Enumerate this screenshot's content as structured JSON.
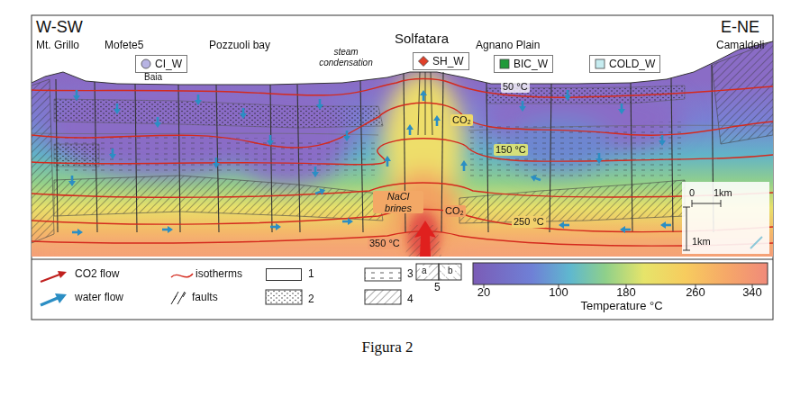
{
  "diagram": {
    "caption": "Figura 2",
    "nodes": [
      {
        "text": [
          "CI_W"
        ]
      },
      {
        "text": [
          "SH_W"
        ]
      },
      {
        "text": [
          "BIC_W"
        ]
      },
      {
        "text": [
          "COLD_W"
        ]
      }
    ],
    "labels": [
      "W-SW",
      "E-NE",
      "Mt. Grillo",
      "Mofete5",
      "Pozzuoli bay",
      "Solfatara",
      "Agnano Plain",
      "Camaldoli",
      "Baia",
      "steam condensation",
      "50 °C",
      "CO₂",
      "150 °C",
      "NaCl brines",
      "CO₂",
      "350 °C",
      "250 °C",
      "0",
      "1km",
      "1km",
      "a",
      "b",
      "20",
      "100",
      "180",
      "260",
      "340",
      "Temperature °C"
    ],
    "legend": [
      {
        "text": "CO2 flow"
      },
      {
        "text": "water flow"
      },
      {
        "text": "isotherms"
      },
      {
        "text": "faults"
      },
      {
        "text": "1",
        "color": "#ffffff"
      },
      {
        "text": "2"
      },
      {
        "text": "3"
      },
      {
        "text": "4"
      },
      {
        "text": "5"
      }
    ]
  }
}
